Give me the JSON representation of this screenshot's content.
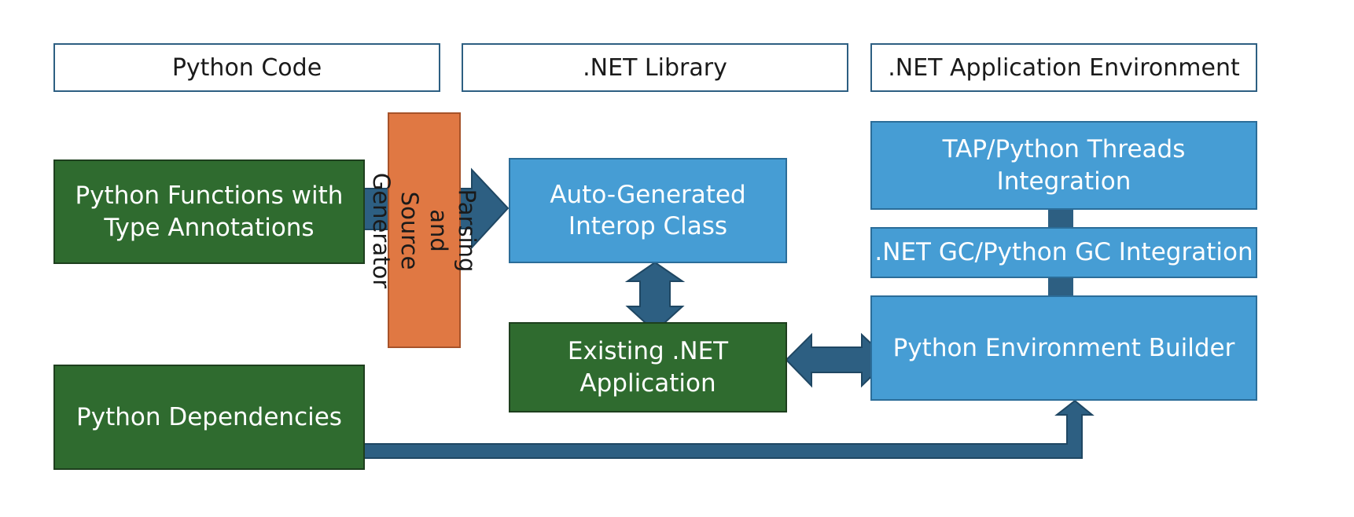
{
  "headers": {
    "python_code": "Python Code",
    "net_library": ".NET Library",
    "net_app_env": ".NET Application Environment"
  },
  "boxes": {
    "python_functions": "Python Functions with\nType Annotations",
    "parser": "Parsing and\nSource Generator",
    "interop_class": "Auto-Generated\nInterop Class",
    "existing_app": "Existing .NET\nApplication",
    "python_dependencies": "Python Dependencies",
    "tap_threads": "TAP/Python Threads\nIntegration",
    "gc_integration": ".NET GC/Python GC Integration",
    "env_builder": "Python Environment Builder"
  },
  "colors": {
    "python_code_green": "#2f6b2f",
    "net_blue": "#469dd4",
    "generator_orange": "#e07843",
    "connector_navy": "#2d5f82",
    "header_border": "#2d5f82"
  }
}
